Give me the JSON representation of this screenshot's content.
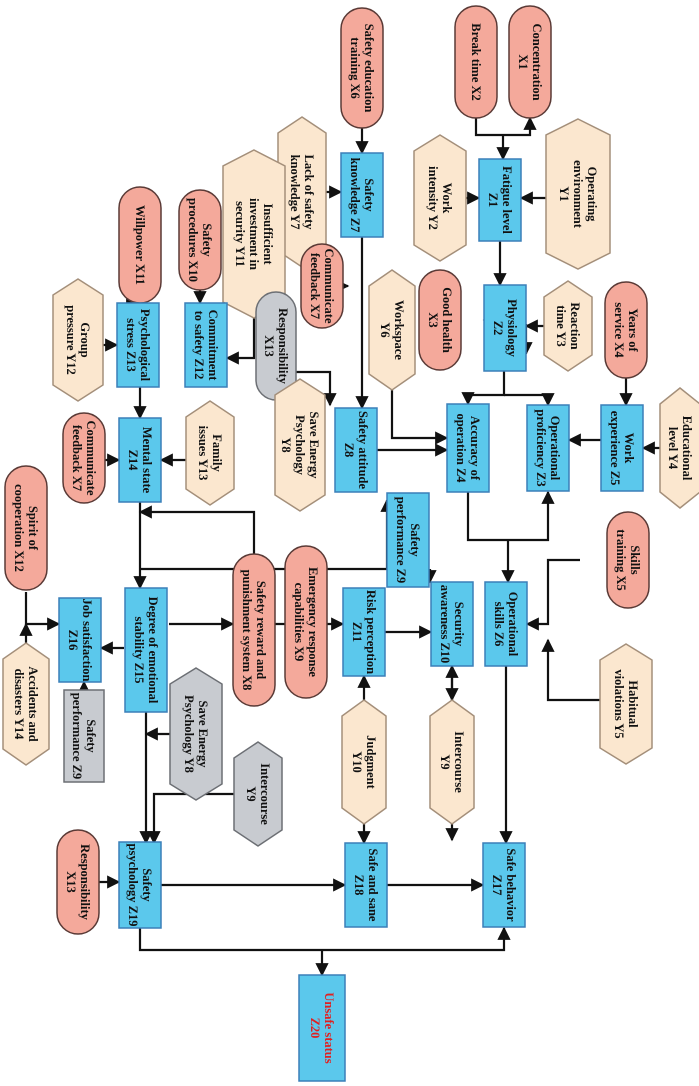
{
  "colors": {
    "box": "#5bc8ec",
    "box_stroke": "#3a7fb8",
    "pill": "#f4a99b",
    "pill_stroke": "#5a3a36",
    "hex": "#fbe7cf",
    "hex_stroke": "#a48f7a",
    "grey": "#c8cbd0",
    "grey_stroke": "#6c6f74",
    "arrow": "#111111",
    "highlight_text": "#e02020"
  },
  "nodes": {
    "concentration": {
      "lines": [
        "Concentration",
        "X1"
      ]
    },
    "break_time": {
      "lines": [
        "Break time X2"
      ]
    },
    "safety_edu": {
      "lines": [
        "Safety education",
        "training X6"
      ]
    },
    "work_intensity": {
      "lines": [
        "Work",
        "intensity Y2"
      ]
    },
    "fatigue": {
      "lines": [
        "Fatigue level",
        "Z1"
      ]
    },
    "operating_env": {
      "lines": [
        "Operating",
        "environment",
        "Y1"
      ]
    },
    "lack_knowledge": {
      "lines": [
        "Lack of safety",
        "knowledge Y7"
      ]
    },
    "safety_knowledge": {
      "lines": [
        "Safety",
        "knowledge Z7"
      ]
    },
    "insufficient_invest": {
      "lines": [
        "Insufficient",
        "investment in",
        "security Y11"
      ]
    },
    "willpower": {
      "lines": [
        "Willpower X11"
      ]
    },
    "safety_procedures": {
      "lines": [
        "Safety",
        "procedures X10"
      ]
    },
    "communicate_fb_top": {
      "lines": [
        "Communicate",
        "feedback X7"
      ]
    },
    "good_health": {
      "lines": [
        "Good health",
        "X3"
      ]
    },
    "physiology": {
      "lines": [
        "Physiology",
        "Z2"
      ]
    },
    "reaction_time": {
      "lines": [
        "Reaction",
        "time Y3"
      ]
    },
    "years_service": {
      "lines": [
        "Years of",
        "service X4"
      ]
    },
    "workspace": {
      "lines": [
        "Workspace",
        "Y6"
      ]
    },
    "group_pressure": {
      "lines": [
        "Group",
        "pressure Y12"
      ]
    },
    "psych_stress": {
      "lines": [
        "Psychological",
        "stress Z13"
      ]
    },
    "commitment": {
      "lines": [
        "Commitment",
        "to safety Z12"
      ]
    },
    "responsibility_top": {
      "lines": [
        "Responsibility",
        "X13"
      ]
    },
    "save_energy_top": {
      "lines": [
        "Save Energy",
        "Psychology",
        "Y8"
      ]
    },
    "safety_attitude": {
      "lines": [
        "Safety attitude",
        "Z8"
      ]
    },
    "accuracy": {
      "lines": [
        "Accuracy of",
        "operation Z4"
      ]
    },
    "op_proficiency": {
      "lines": [
        "Operational",
        "proficiency Z3"
      ]
    },
    "work_experience": {
      "lines": [
        "Work",
        "experience Z5"
      ]
    },
    "educational": {
      "lines": [
        "Educational",
        "level Y4"
      ]
    },
    "communicate_fb_left": {
      "lines": [
        "Communicate",
        "feedback X7"
      ]
    },
    "mental_state": {
      "lines": [
        "Mental state",
        "Z14"
      ]
    },
    "family_issues": {
      "lines": [
        "Family",
        "issues Y13"
      ]
    },
    "spirit": {
      "lines": [
        "Spirit of",
        "cooperation X12"
      ]
    },
    "job_satisfaction": {
      "lines": [
        "Job satisfaction",
        "Z16"
      ]
    },
    "emotional": {
      "lines": [
        "Degree of emotional",
        "stability Z15"
      ]
    },
    "reward": {
      "lines": [
        "Safety reward and",
        "punishment system X8"
      ]
    },
    "emergency": {
      "lines": [
        "Emergency response",
        "capabilities X9"
      ]
    },
    "risk_perception": {
      "lines": [
        "Risk perception",
        "Z11"
      ]
    },
    "safety_perf_mid": {
      "lines": [
        "Safety",
        "performance Z9"
      ]
    },
    "security_awareness": {
      "lines": [
        "Security",
        "awareness Z10"
      ]
    },
    "op_skills": {
      "lines": [
        "Operational",
        "skills Z6"
      ]
    },
    "skills_training": {
      "lines": [
        "Skills",
        "training X5"
      ]
    },
    "habitual": {
      "lines": [
        "Habitual",
        "violations Y5"
      ]
    },
    "accidents": {
      "lines": [
        "Accidents and",
        "disasters Y14"
      ]
    },
    "safety_perf_left": {
      "lines": [
        "Safety",
        "performance Z9"
      ]
    },
    "save_energy_mid": {
      "lines": [
        "Save Energy",
        "Psychology Y8"
      ]
    },
    "intercourse_grey": {
      "lines": [
        "Intercourse",
        "Y9"
      ]
    },
    "judgment": {
      "lines": [
        "Judgment",
        "Y10"
      ]
    },
    "intercourse_right": {
      "lines": [
        "Intercourse",
        "Y9"
      ]
    },
    "responsibility_bot": {
      "lines": [
        "Responsibility",
        "X13"
      ]
    },
    "safety_psychology": {
      "lines": [
        "Safety",
        "psychology Z19"
      ]
    },
    "safe_sane": {
      "lines": [
        "Safe and sane",
        "Z18"
      ]
    },
    "safe_behavior": {
      "lines": [
        "Safe behavior",
        "Z17"
      ]
    },
    "unsafe_status": {
      "lines": [
        "Unsafe status",
        "Z20"
      ]
    }
  }
}
